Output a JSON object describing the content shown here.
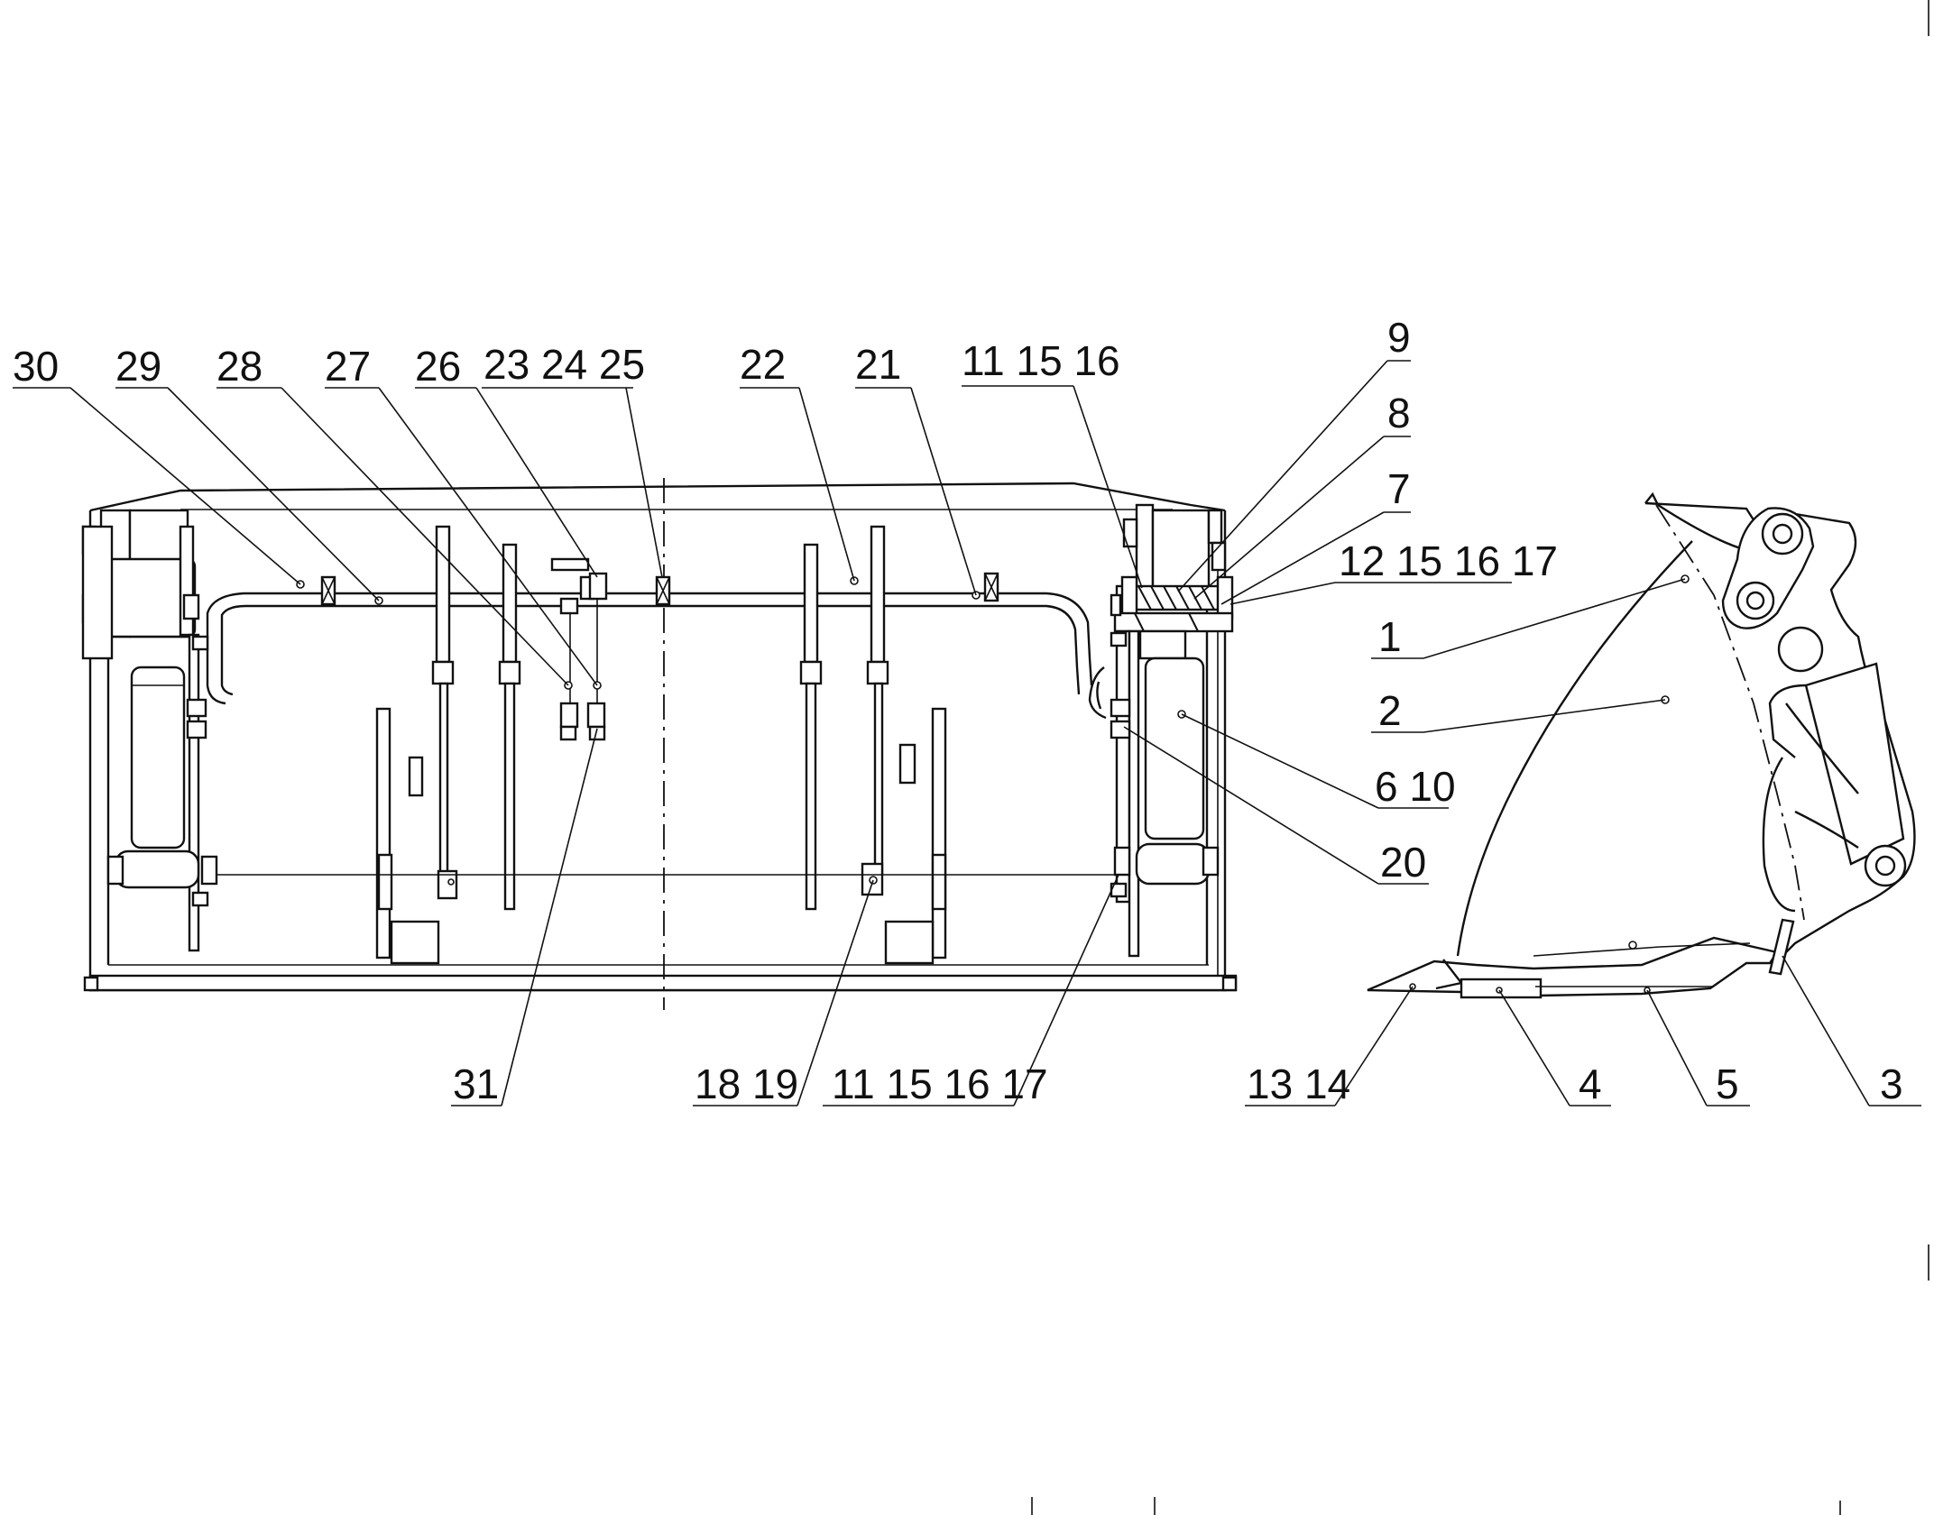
{
  "figure": {
    "callouts": [
      {
        "id": "c30",
        "text": "30"
      },
      {
        "id": "c29",
        "text": "29"
      },
      {
        "id": "c28",
        "text": "28"
      },
      {
        "id": "c27",
        "text": "27"
      },
      {
        "id": "c26",
        "text": "26"
      },
      {
        "id": "c23",
        "text": "23 24 25"
      },
      {
        "id": "c22",
        "text": "22"
      },
      {
        "id": "c21",
        "text": "21"
      },
      {
        "id": "c11a",
        "text": "11 15 16"
      },
      {
        "id": "c9",
        "text": "9"
      },
      {
        "id": "c8",
        "text": "8"
      },
      {
        "id": "c7",
        "text": "7"
      },
      {
        "id": "c12",
        "text": "12 15 16 17"
      },
      {
        "id": "c1",
        "text": "1"
      },
      {
        "id": "c2",
        "text": "2"
      },
      {
        "id": "c6",
        "text": "6 10"
      },
      {
        "id": "c20",
        "text": "20"
      },
      {
        "id": "c31",
        "text": "31"
      },
      {
        "id": "c18",
        "text": "18 19"
      },
      {
        "id": "c11b",
        "text": "11 15 16 17"
      },
      {
        "id": "c13",
        "text": "13 14"
      },
      {
        "id": "c4",
        "text": "4"
      },
      {
        "id": "c5",
        "text": "5"
      },
      {
        "id": "c3",
        "text": "3"
      }
    ]
  }
}
